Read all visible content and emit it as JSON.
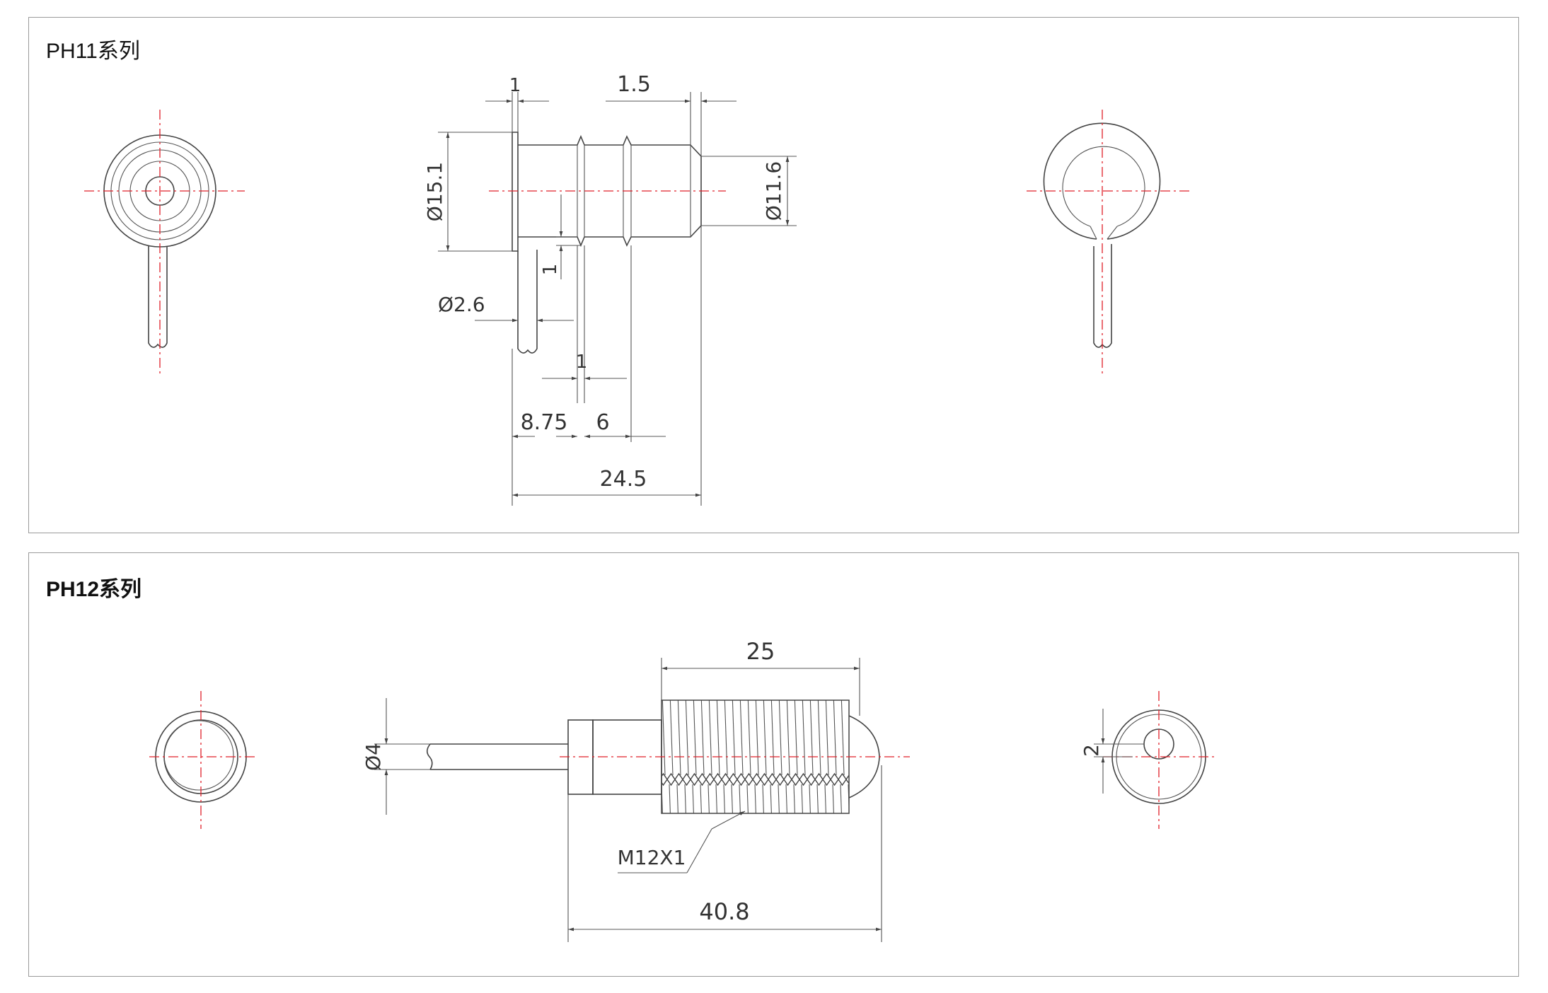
{
  "ph11": {
    "title": "PH11系列",
    "dims": {
      "flange_thickness": "1",
      "tip_length": "1.5",
      "flange_diameter": "Ø15.1",
      "tip_diameter": "Ø11.6",
      "groove_depth": "1",
      "wire_diameter": "Ø2.6",
      "groove_width": "1",
      "first_section": "8.75",
      "middle_section": "6",
      "overall_length": "24.5"
    }
  },
  "ph12": {
    "title": "PH12系列",
    "dims": {
      "wire_diameter": "Ø4",
      "thread_length": "25",
      "thread_spec": "M12X1",
      "overall_length": "40.8",
      "hole_size": "2"
    }
  },
  "colors": {
    "line": "#444444",
    "centerline": "#e0202a",
    "frame": "#9a9a9a"
  }
}
